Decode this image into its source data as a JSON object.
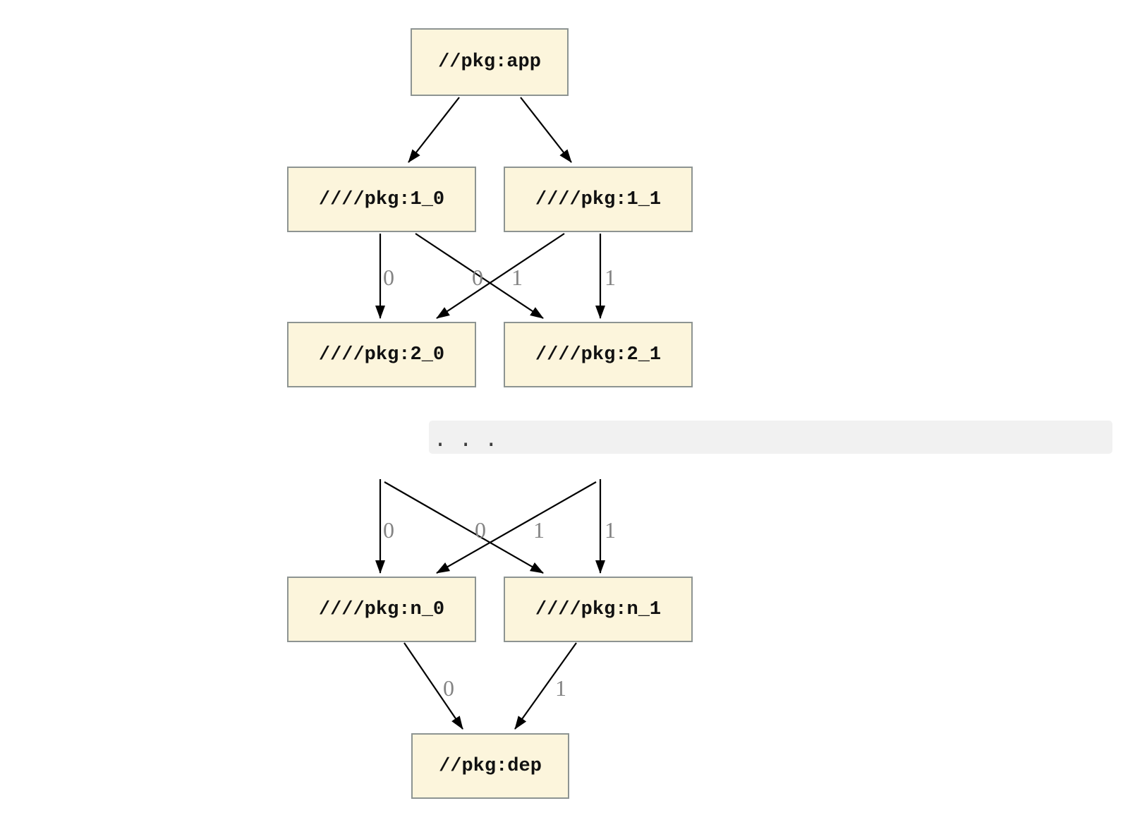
{
  "diagram": {
    "description": "Package dependency graph with an elided middle section",
    "nodes": [
      {
        "id": "app",
        "label": "//pkg:app"
      },
      {
        "id": "1_0",
        "label": "////pkg:1_0"
      },
      {
        "id": "1_1",
        "label": "////pkg:1_1"
      },
      {
        "id": "2_0",
        "label": "////pkg:2_0"
      },
      {
        "id": "2_1",
        "label": "////pkg:2_1"
      },
      {
        "id": "n_0",
        "label": "////pkg:n_0"
      },
      {
        "id": "n_1",
        "label": "////pkg:n_1"
      },
      {
        "id": "dep",
        "label": "//pkg:dep"
      }
    ],
    "edges": [
      {
        "from": "//pkg:app",
        "to": "////pkg:1_0",
        "label": ""
      },
      {
        "from": "//pkg:app",
        "to": "////pkg:1_1",
        "label": ""
      },
      {
        "from": "////pkg:1_0",
        "to": "////pkg:2_0",
        "label": "0"
      },
      {
        "from": "////pkg:1_0",
        "to": "////pkg:2_1",
        "label": "1"
      },
      {
        "from": "////pkg:1_1",
        "to": "////pkg:2_0",
        "label": "0"
      },
      {
        "from": "////pkg:1_1",
        "to": "////pkg:2_1",
        "label": "1"
      },
      {
        "from": "...",
        "to": "////pkg:n_0",
        "label": "0"
      },
      {
        "from": "...",
        "to": "////pkg:n_1",
        "label": "1"
      },
      {
        "from": "...",
        "to": "////pkg:n_0",
        "label": "0"
      },
      {
        "from": "...",
        "to": "////pkg:n_1",
        "label": "1"
      },
      {
        "from": "////pkg:n_0",
        "to": "//pkg:dep",
        "label": "0"
      },
      {
        "from": "////pkg:n_1",
        "to": "//pkg:dep",
        "label": "1"
      }
    ],
    "ellipsis": ". . ."
  },
  "colors": {
    "node_fill": "#fcf5dc",
    "node_border": "#8d9492",
    "edge_label_color": "#848484",
    "code_block_bg": "#f1f1f1"
  }
}
